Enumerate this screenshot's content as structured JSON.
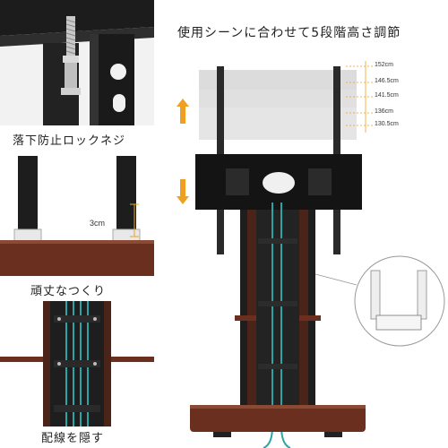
{
  "headline": "使用シーンに合わせて5段階高さ調節",
  "panels": [
    {
      "caption": "落下防止ロックネジ"
    },
    {
      "caption": "頑丈なつくり",
      "dimension_label": "3cm"
    },
    {
      "caption": "配線を隠す"
    }
  ],
  "height_levels": [
    "152cm",
    "146.5cm",
    "141.5cm",
    "136cm",
    "130.5cm"
  ],
  "colors": {
    "wood": "#6b2f1f",
    "frame": "#1e1e1e",
    "arrow": "#f0a020",
    "cable": "#2aa5a5",
    "measure_line": "#f0a020"
  },
  "icons": [
    "up-arrow-icon",
    "down-arrow-icon"
  ]
}
